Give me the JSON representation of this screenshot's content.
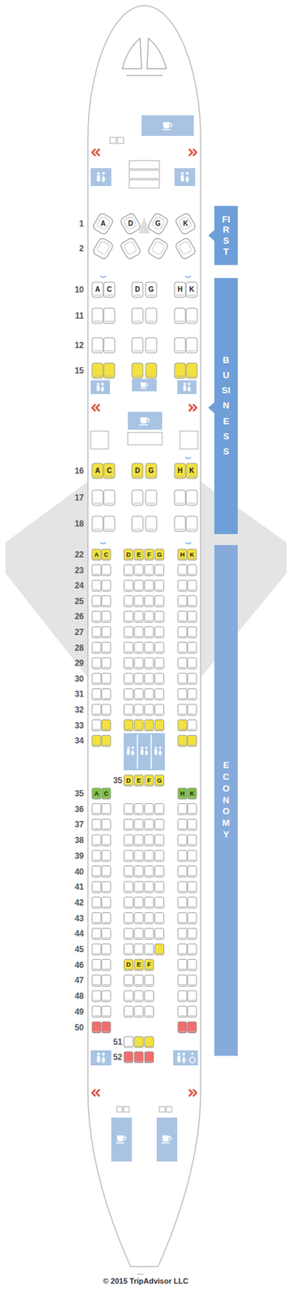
{
  "diagram": {
    "nodes": [
      {
        "text": [
          "FIRST"
        ]
      },
      {
        "text": [
          "BUSINESS"
        ]
      },
      {
        "text": [
          "ECONOMY"
        ]
      }
    ],
    "labels": [
      "1",
      "2",
      "10",
      "11",
      "12",
      "15",
      "16",
      "17",
      "18",
      "22",
      "23",
      "24",
      "25",
      "26",
      "27",
      "28",
      "29",
      "30",
      "31",
      "32",
      "33",
      "34",
      "35",
      "36",
      "37",
      "38",
      "39",
      "40",
      "41",
      "42",
      "43",
      "44",
      "45",
      "46",
      "47",
      "48",
      "49",
      "50",
      "51",
      "52",
      "35",
      "A",
      "D",
      "G",
      "K",
      "A",
      "C",
      "D",
      "G",
      "H",
      "K",
      "A",
      "C",
      "D",
      "G",
      "H",
      "K",
      "A",
      "C",
      "D",
      "E",
      "F",
      "G",
      "H",
      "K",
      "D",
      "E",
      "F",
      "G",
      "A",
      "C",
      "H",
      "K",
      "D",
      "E",
      "F",
      "© 2015 TripAdvisor LLC"
    ]
  }
}
